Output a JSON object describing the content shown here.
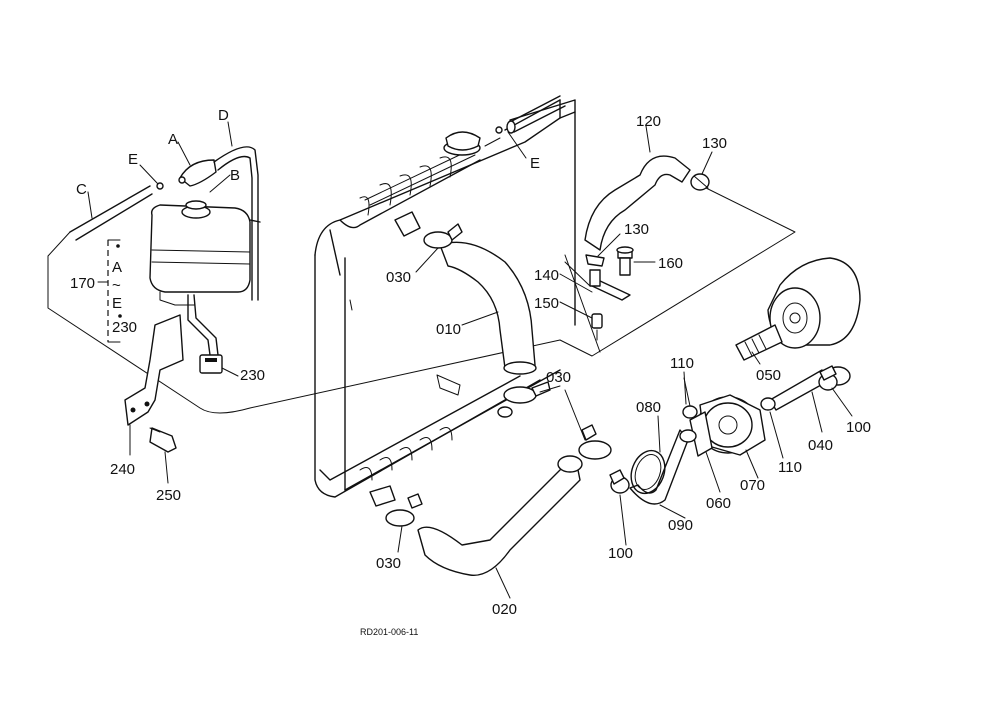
{
  "labels": {
    "A": "A",
    "B": "B",
    "C": "C",
    "D": "D",
    "E_left": "E",
    "E_right": "E",
    "range_A": "A",
    "range_tilde": "~",
    "range_E": "E",
    "p010": "010",
    "p020": "020",
    "p030_a": "030",
    "p030_b": "030",
    "p030_c": "030",
    "p040": "040",
    "p050": "050",
    "p060": "060",
    "p070": "070",
    "p080": "080",
    "p090": "090",
    "p100_a": "100",
    "p100_b": "100",
    "p110_a": "110",
    "p110_b": "110",
    "p120": "120",
    "p130_a": "130",
    "p130_b": "130",
    "p140": "140",
    "p150": "150",
    "p160": "160",
    "p170": "170",
    "p230_a": "230",
    "p230_b": "230",
    "p240": "240",
    "p250": "250"
  },
  "drawing_code": "RD201-006-11"
}
